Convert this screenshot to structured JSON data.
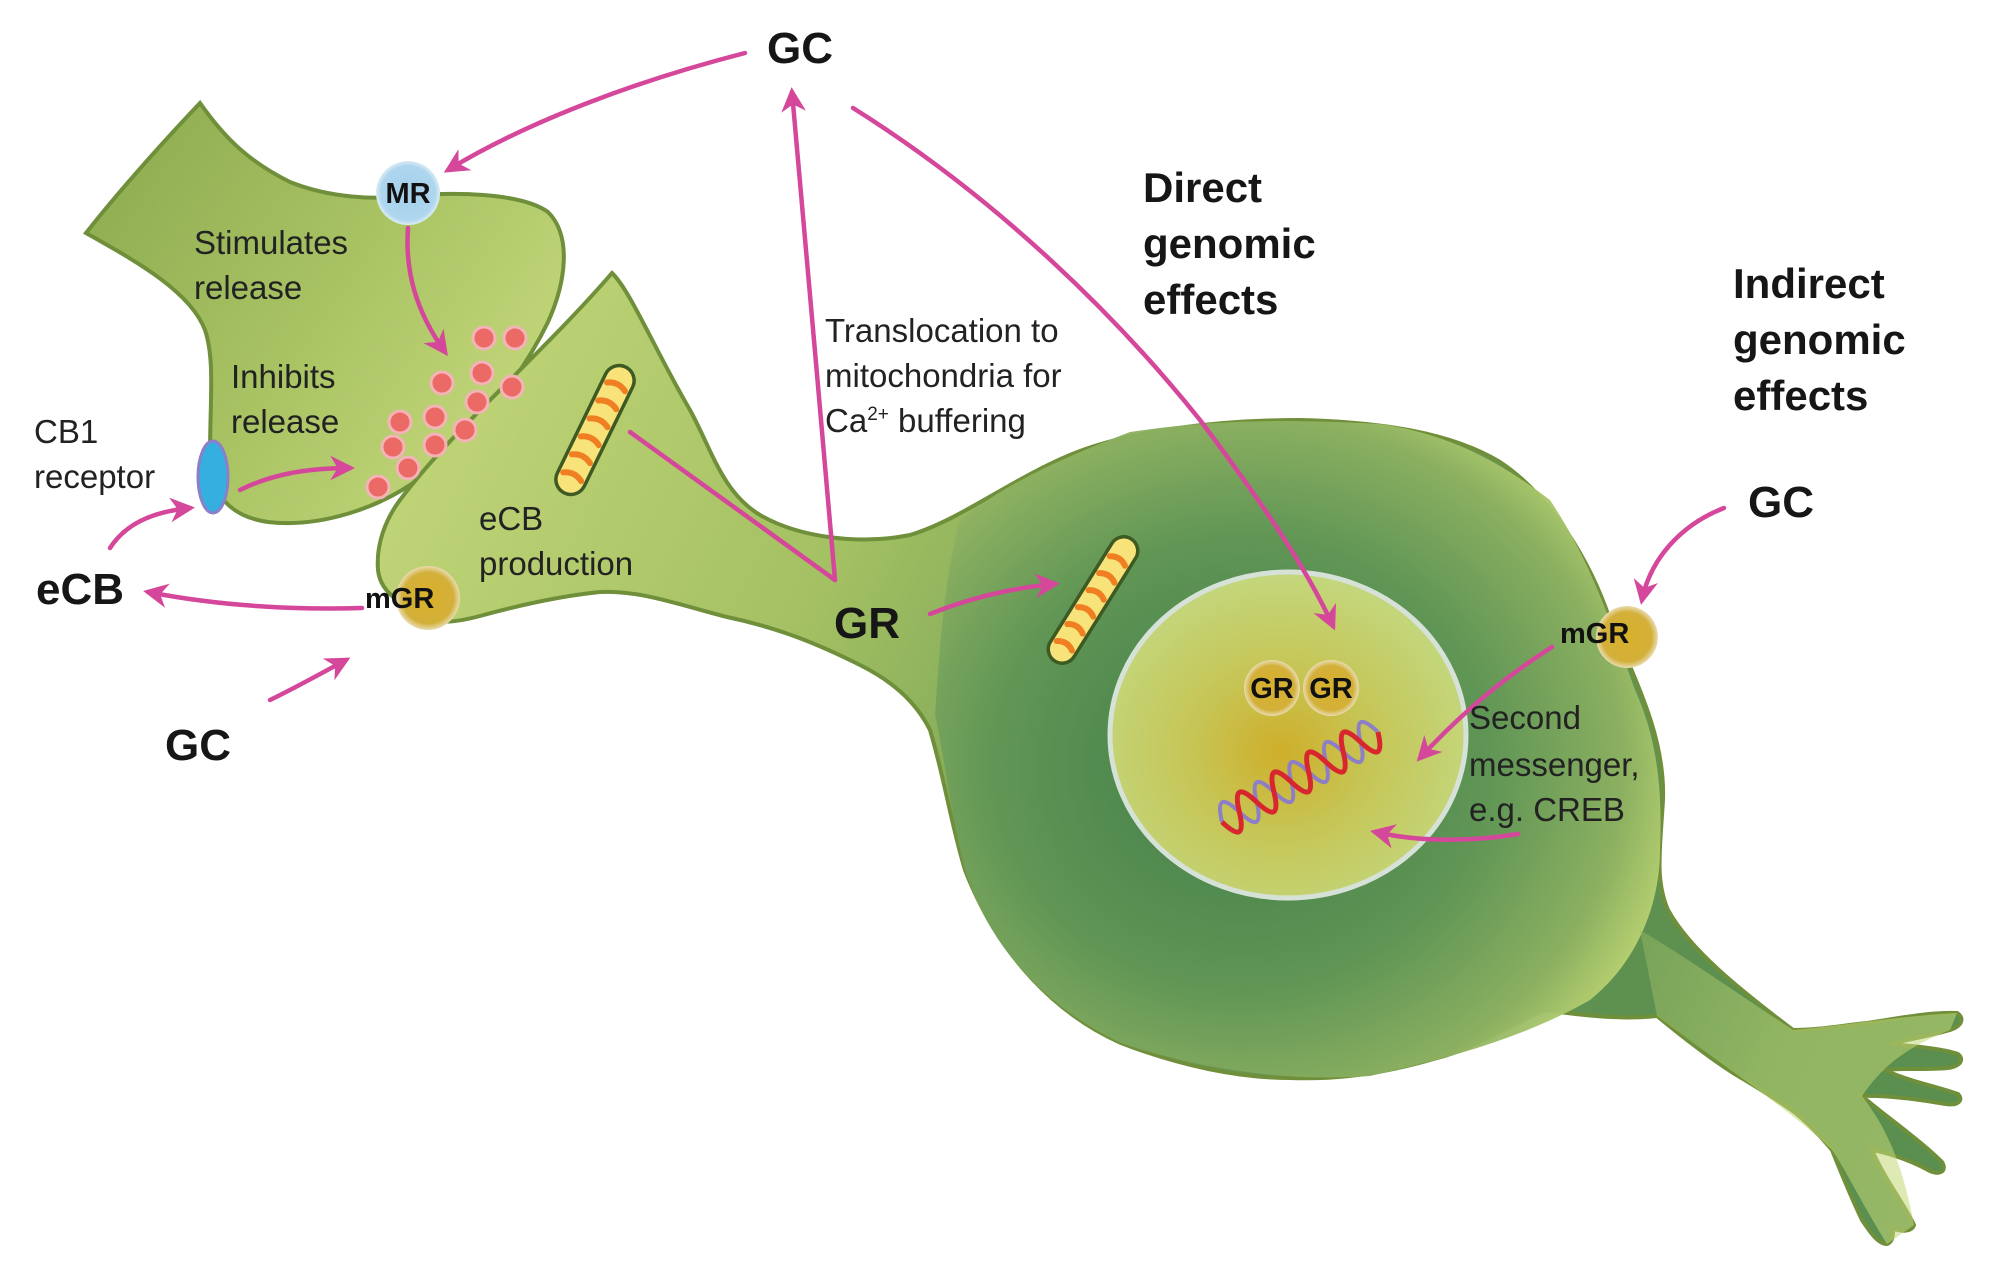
{
  "figure": {
    "subject": "Glucocorticoid signaling at synapse and neuron",
    "colors": {
      "arrow": "#d5479b",
      "neuron_light": "#c3d67a",
      "neuron_dark": "#4f8a4e",
      "nucleus": "#bfd67a",
      "receptor_gold": "#d4b12e",
      "mr_blue": "#a9d3ea",
      "cb1_blue": "#35aee0",
      "vesicle": "#ec6a66",
      "mitochondrion": "#f8e27a",
      "mito_stripe": "#ef7f22",
      "dna_red": "#d8262e",
      "dna_blue": "#8d7fc5"
    }
  },
  "labels": {
    "gc_top": "GC",
    "gc_right": "GC",
    "gc_bottom_left": "GC",
    "ecb": "eCB",
    "gr_cytoplasm": "GR",
    "direct_line1": "Direct",
    "direct_line2": "genomic",
    "direct_line3": "effects",
    "indirect_line1": "Indirect",
    "indirect_line2": "genomic",
    "indirect_line3": "effects",
    "stimulates_line1": "Stimulates",
    "stimulates_line2": "release",
    "inhibits_line1": "Inhibits",
    "inhibits_line2": "release",
    "cb1_line1": "CB1",
    "cb1_line2": "receptor",
    "ecb_prod_line1": "eCB",
    "ecb_prod_line2": "production",
    "transloc_line1": "Translocation to",
    "transloc_line2": "mitochondria for",
    "transloc_line3_prefix": "Ca",
    "transloc_line3_sup": "2+",
    "transloc_line3_suffix": " buffering",
    "second_line1": "Second",
    "second_line2": "messenger,",
    "second_line3": "e.g. CREB"
  },
  "receptors": {
    "mr": "MR",
    "mgr_synapse_prefix": "m",
    "mgr_synapse_suffix": "GR",
    "mgr_soma_prefix": "m",
    "mgr_soma_suffix": "GR",
    "gr_dimer_left": "GR",
    "gr_dimer_right": "GR"
  }
}
